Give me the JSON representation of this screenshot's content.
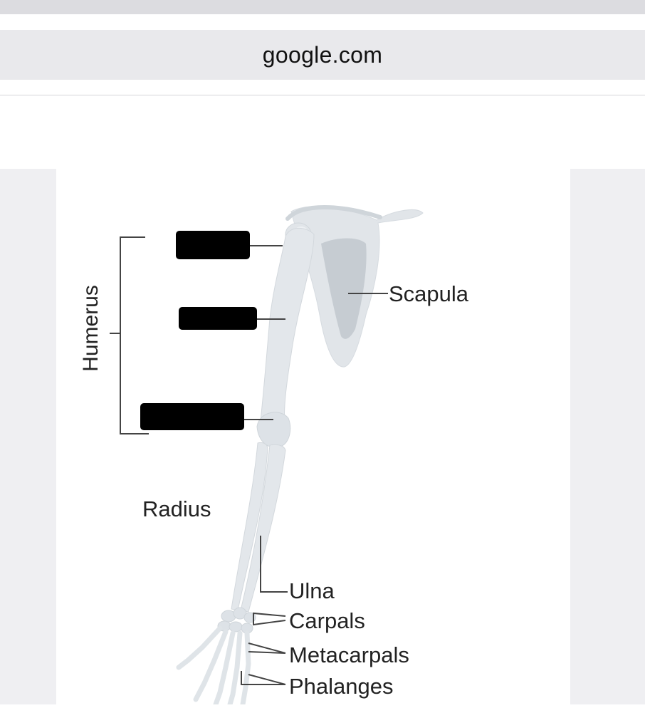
{
  "browser": {
    "url": "google.com"
  },
  "diagram": {
    "labels": {
      "humerus": "Humerus",
      "scapula": "Scapula",
      "radius": "Radius",
      "ulna": "Ulna",
      "carpals": "Carpals",
      "metacarpals": "Metacarpals",
      "phalanges": "Phalanges"
    },
    "redacted_label_count": 3
  }
}
